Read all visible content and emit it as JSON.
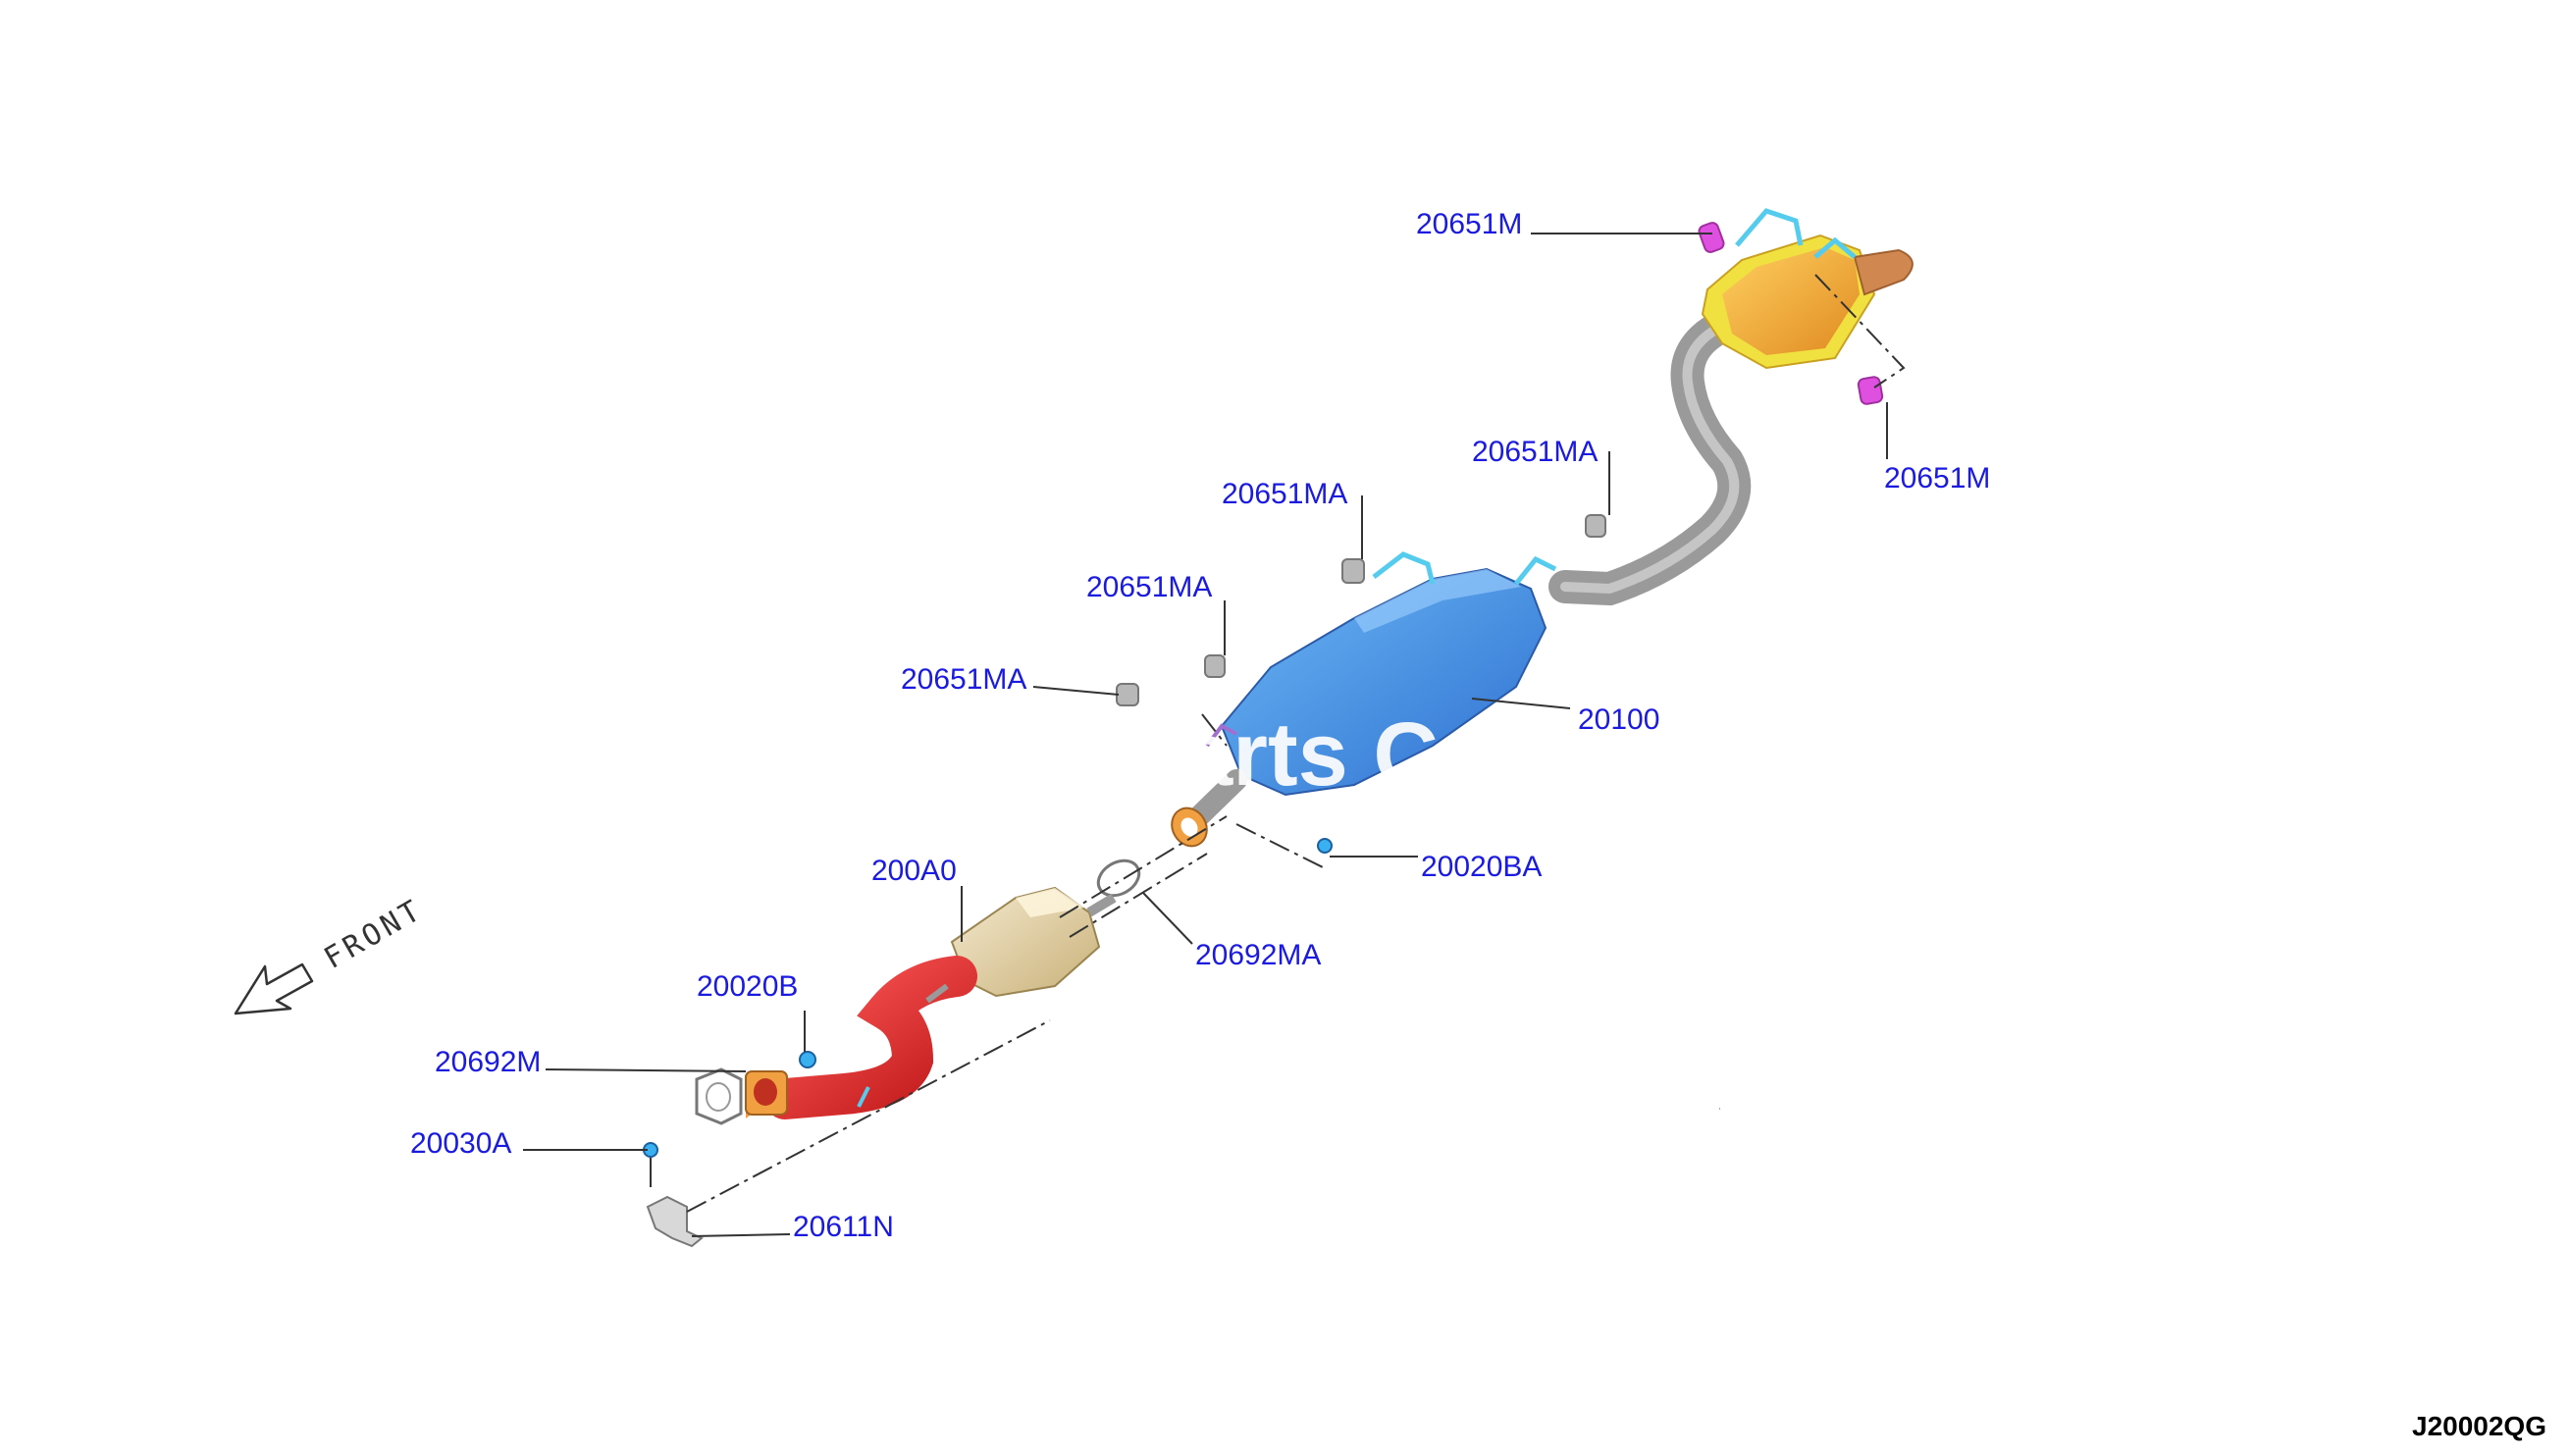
{
  "diagram": {
    "id_code": "J20002QG",
    "front_label": "FRONT",
    "watermark": "arts C",
    "part_labels": {
      "p20651M_top": "20651M",
      "p20651M_right": "20651M",
      "p20651MA_a": "20651MA",
      "p20651MA_b": "20651MA",
      "p20651MA_c": "20651MA",
      "p20651MA_d": "20651MA",
      "p20100": "20100",
      "p20020BA": "20020BA",
      "p200A0": "200A0",
      "p20692MA": "20692MA",
      "p20020B": "20020B",
      "p20692M": "20692M",
      "p20030A": "20030A",
      "p20611N": "20611N"
    },
    "colors": {
      "callout_text": "#1a1ae0",
      "rear_muffler": "#f0a030",
      "center_muffler": "#3f8fe0",
      "catalytic_converter": "#e8d8a8",
      "front_pipe": "#e03030",
      "tail_pipe": "#a0a0a0",
      "hanger_rubber": "#e050e0",
      "mount_rubber": "#b0b0b0",
      "gasket": "#f0a040"
    }
  }
}
